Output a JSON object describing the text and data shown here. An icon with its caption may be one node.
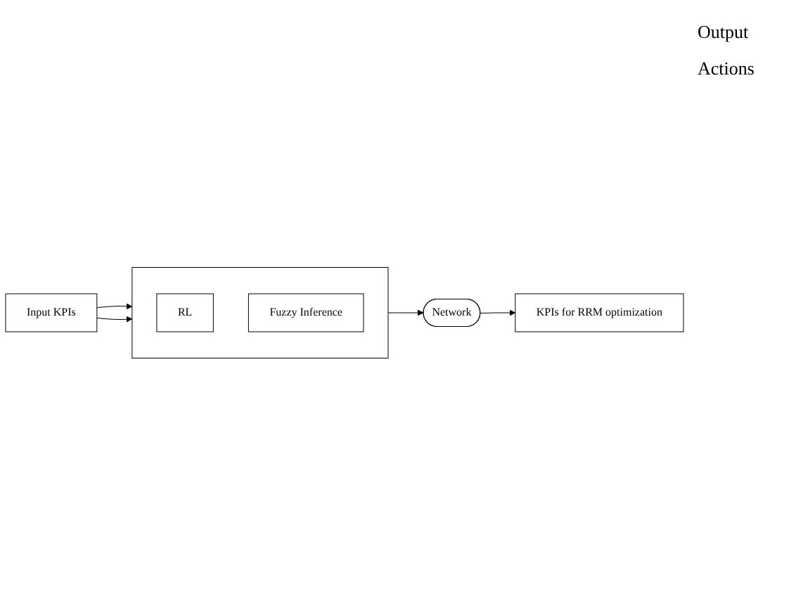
{
  "diagram": {
    "nodes": [
      {
        "text": [
          "Input KPIs"
        ]
      },
      {
        "text": [],
        "shape": "box"
      },
      {
        "text": [
          "RL"
        ],
        "in": 1
      },
      {
        "text": [
          "Fuzzy Inference"
        ],
        "in": 1
      },
      {
        "text": [
          "Network"
        ]
      },
      {
        "text": [
          "KPIs for RRM optimization"
        ]
      }
    ],
    "edges": [
      {
        "from": 0,
        "to": 1,
        "arrow": "to"
      },
      {
        "from": 0,
        "to": 1,
        "arrow": "to"
      },
      {
        "from": 1,
        "to": 4,
        "arrow": "to"
      },
      {
        "from": 4,
        "to": 5,
        "arrow": "to"
      }
    ],
    "labels": [
      "Output Actions"
    ]
  }
}
